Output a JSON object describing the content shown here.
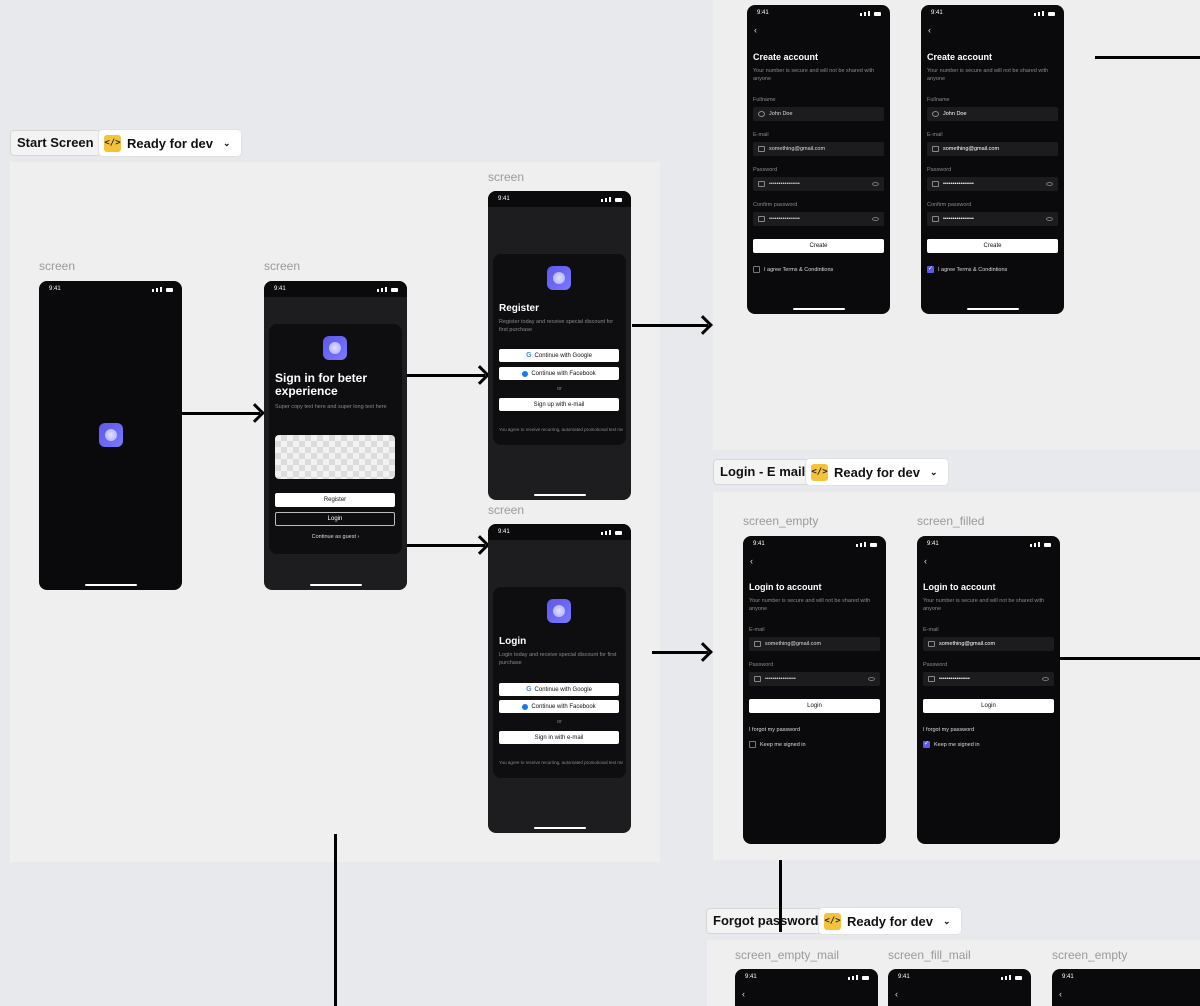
{
  "sections": {
    "start": {
      "label": "Start Screen",
      "status": "Ready for dev"
    },
    "login_email": {
      "label": "Login - E mail",
      "status": "Ready for dev"
    },
    "forgot": {
      "label": "Forgot password",
      "status": "Ready for dev"
    }
  },
  "tag_icon_text": "</>",
  "status_chevron": "⌄",
  "frame_labels": {
    "screen": "screen",
    "screen_empty": "screen_empty",
    "screen_filled": "screen_filled",
    "screen_empty_mail": "screen_empty_mail",
    "screen_fill_mail": "screen_fill_mail"
  },
  "status_time": "9:41",
  "signin": {
    "title": "Sign in for beter experience",
    "subtitle": "Super copy text here and super long text here",
    "register_btn": "Register",
    "login_btn": "Login",
    "guest": "Continue as guest  ›"
  },
  "register": {
    "title": "Register",
    "subtitle": "Register today and receive special discount for first purchase",
    "google": "Continue with Google",
    "facebook": "Continue with Facebook",
    "or": "or",
    "email": "Sign up with e-mail",
    "legal": "You agree to receive recurring, automated promotional text me"
  },
  "login_opts": {
    "title": "Login",
    "subtitle": "Login today and receive special discount for first purchase",
    "google": "Continue with Google",
    "facebook": "Continue with Facebook",
    "or": "or",
    "email": "Sign in with e-mail",
    "legal": "You agree to receive recurring, automated promotional text me"
  },
  "create": {
    "title": "Create account",
    "subtitle": "Your number is secure and will not be shared with anyone",
    "fullname_label": "Fullname",
    "fullname_value": "John Doe",
    "email_label": "E-mail",
    "email_value": "something@gmail.com",
    "password_label": "Password",
    "password_value": "••••••••••••••••",
    "confirm_label": "Confirm password",
    "confirm_value": "••••••••••••••••",
    "create_btn": "Create",
    "terms": "I agree Terms & Condintions"
  },
  "login_account": {
    "title": "Login to account",
    "subtitle": "Your number is secure and will not be shared with anyone",
    "email_label": "E-mail",
    "email_value": "something@gmail.com",
    "password_label": "Password",
    "password_value": "••••••••••••••••",
    "login_btn": "Login",
    "forgot": "I forgot my password",
    "keep": "Keep me signed in"
  },
  "back_glyph": "‹"
}
